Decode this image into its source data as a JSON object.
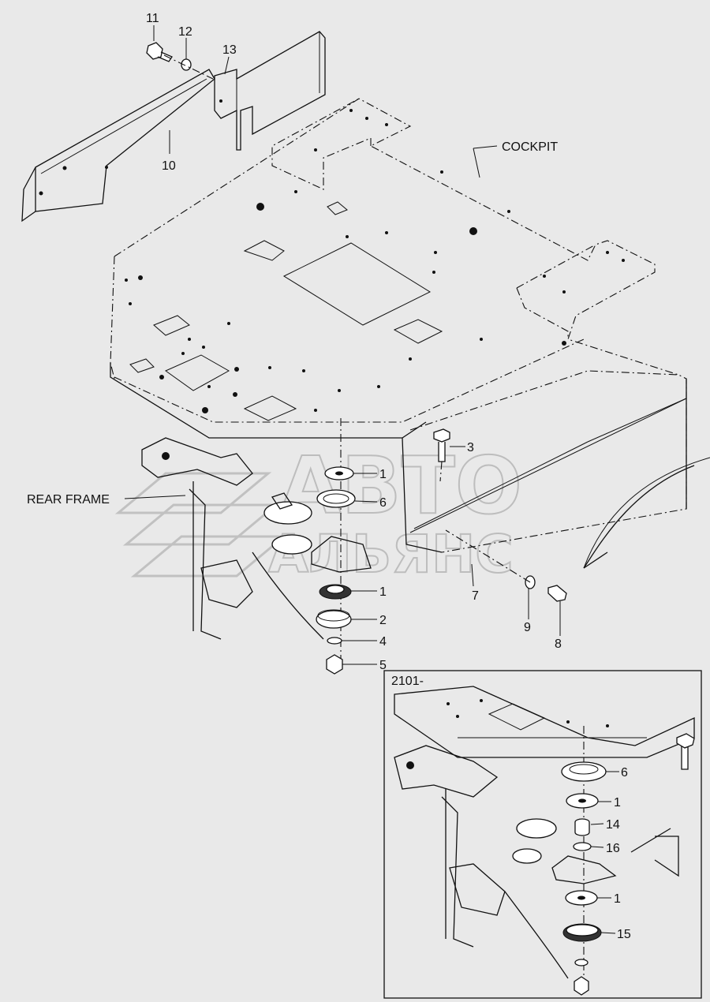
{
  "callouts": {
    "c1": "1",
    "c2": "2",
    "c3": "3",
    "c4": "4",
    "c5": "5",
    "c6": "6",
    "c7": "7",
    "c8": "8",
    "c9": "9",
    "c10": "10",
    "c11": "11",
    "c12": "12",
    "c13": "13",
    "c14": "14",
    "c15": "15",
    "c16": "16"
  },
  "labels": {
    "cockpit": "COCKPIT",
    "rear_frame": "REAR FRAME",
    "inset_serial": "2101-"
  },
  "watermark": {
    "line1": "АВТО",
    "line2": "АЛЬЯНС"
  }
}
